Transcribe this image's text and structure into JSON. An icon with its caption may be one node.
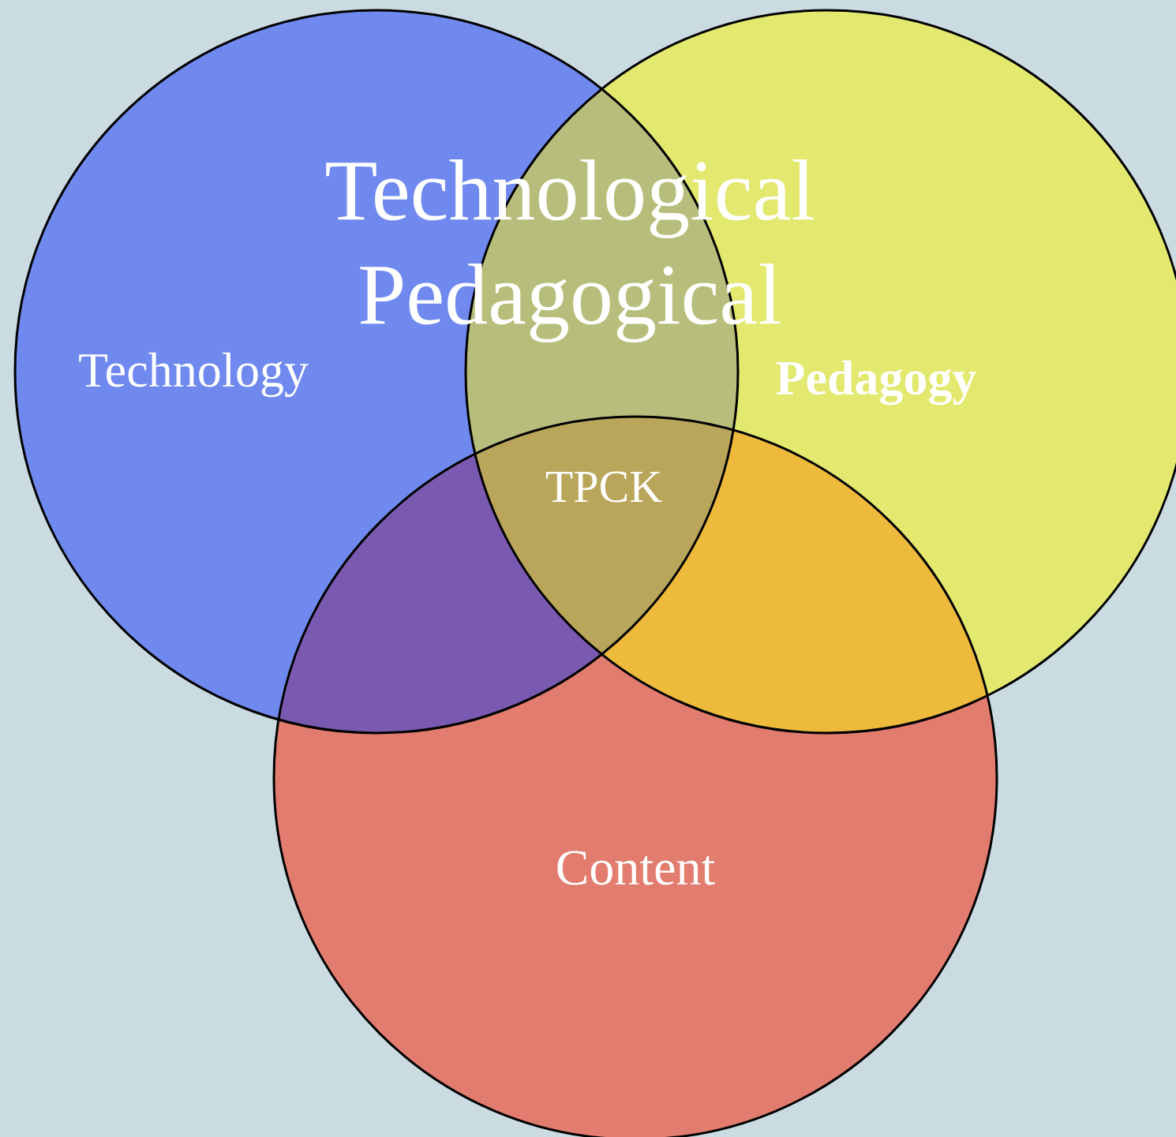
{
  "diagram": {
    "nodes": [
      {
        "text": [
          "Technology"
        ]
      },
      {
        "text": [
          "Pedagogy"
        ]
      },
      {
        "text": [
          "Content"
        ]
      }
    ],
    "labels": [
      "Technological Pedagogical",
      "TPCK"
    ]
  }
}
